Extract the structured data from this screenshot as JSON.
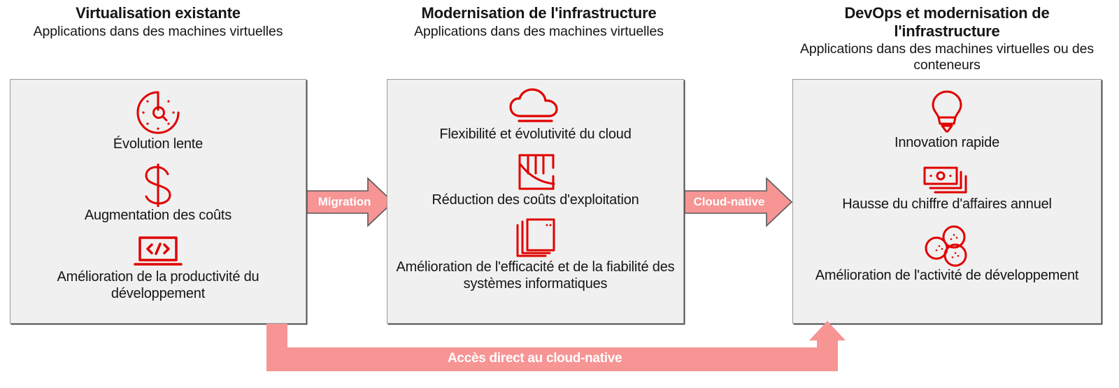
{
  "theme": {
    "red": "#e00000",
    "salmon": "#f79494",
    "panel_bg": "#f0f0f0",
    "panel_border": "#9a9a9a",
    "text": "#151515",
    "arrow_label_text": "#ffffff"
  },
  "columns": [
    {
      "id": "existing-virtualisation",
      "title": "Virtualisation existante",
      "subtitle": "Applications dans des machines virtuelles",
      "items": [
        {
          "icon": "clock-search-icon",
          "label": "Évolution lente"
        },
        {
          "icon": "dollar-sign-icon",
          "label": "Augmentation des coûts"
        },
        {
          "icon": "code-window-icon",
          "label": "Amélioration de la productivité du développement"
        }
      ]
    },
    {
      "id": "infrastructure-modernisation",
      "title": "Modernisation de l'infrastructure",
      "subtitle": "Applications dans des machines virtuelles",
      "items": [
        {
          "icon": "cloud-icon",
          "label": "Flexibilité et évolutivité du cloud"
        },
        {
          "icon": "declining-chart-icon",
          "label": "Réduction des coûts d'exploitation"
        },
        {
          "icon": "stacked-documents-icon",
          "label": "Amélioration de l'efficacité et de la fiabilité des systèmes informatiques"
        }
      ]
    },
    {
      "id": "devops-and-infrastructure-modernisation",
      "title": "DevOps et modernisation de l'infrastructure",
      "subtitle": "Applications dans des machines virtuelles ou des conteneurs",
      "items": [
        {
          "icon": "lightbulb-icon",
          "label": "Innovation rapide"
        },
        {
          "icon": "banknotes-icon",
          "label": "Hausse du chiffre d'affaires annuel"
        },
        {
          "icon": "connected-circles-icon",
          "label": "Amélioration de l'activité de développement"
        }
      ]
    }
  ],
  "arrows": {
    "migration": {
      "label": "Migration"
    },
    "cloud_native": {
      "label": "Cloud-native"
    },
    "direct_access": {
      "label": "Accès direct au cloud-native"
    }
  }
}
